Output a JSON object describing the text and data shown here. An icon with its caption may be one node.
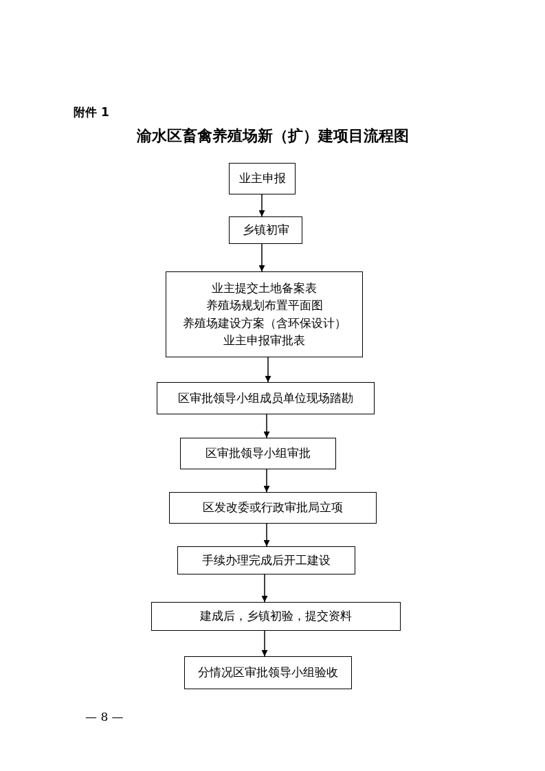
{
  "diagram": {
    "title": "渝水区畜禽养殖场新（扩）建项目流程图",
    "nodes": [
      {
        "text": [
          "业主申报"
        ]
      },
      {
        "text": [
          "乡镇初审"
        ]
      },
      {
        "text": [
          "业主提交土地备案表",
          "养殖场规划布置平面图",
          "养殖场建设方案（含环保设计）",
          "业主申报审批表"
        ]
      },
      {
        "text": [
          "区审批领导小组成员单位现场踏勘"
        ]
      },
      {
        "text": [
          "区审批领导小组审批"
        ]
      },
      {
        "text": [
          "区发改委或行政审批局立项"
        ]
      },
      {
        "text": [
          "手续办理完成后开工建设"
        ]
      },
      {
        "text": [
          "建成后，乡镇初验，提交资料"
        ]
      },
      {
        "text": [
          "分情况区审批领导小组验收"
        ]
      }
    ],
    "edges": [
      {
        "from": 0,
        "to": 1,
        "arrow": "to"
      },
      {
        "from": 1,
        "to": 2,
        "arrow": "to"
      },
      {
        "from": 2,
        "to": 3,
        "arrow": "to"
      },
      {
        "from": 3,
        "to": 4,
        "arrow": "to"
      },
      {
        "from": 4,
        "to": 5,
        "arrow": "to"
      },
      {
        "from": 5,
        "to": 6,
        "arrow": "to"
      },
      {
        "from": 6,
        "to": 7,
        "arrow": "to"
      },
      {
        "from": 7,
        "to": 8,
        "arrow": "to"
      }
    ],
    "labels": [
      "附件 1",
      "— 8 —"
    ]
  }
}
